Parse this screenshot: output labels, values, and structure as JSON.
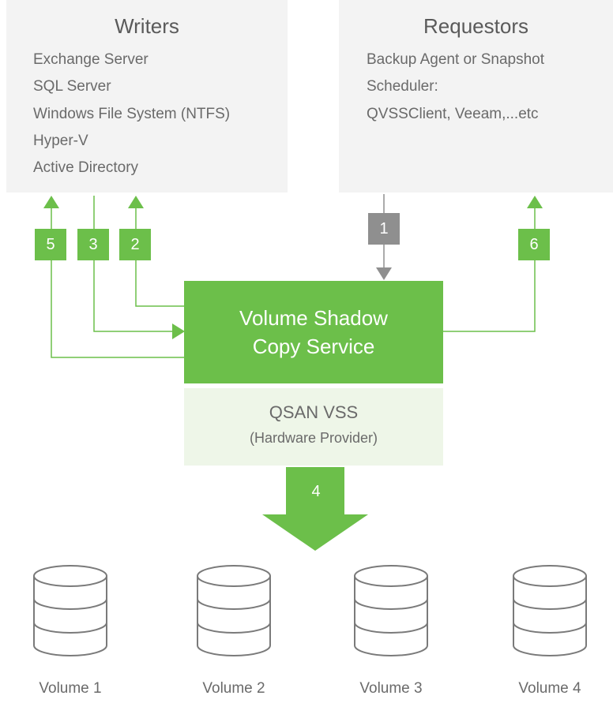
{
  "writers": {
    "title": "Writers",
    "items": [
      "Exchange Server",
      "SQL Server",
      "Windows File System (NTFS)",
      "Hyper-V",
      "Active Directory"
    ]
  },
  "requestors": {
    "title": "Requestors",
    "lines": [
      "Backup Agent or Snapshot",
      "Scheduler:",
      "QVSSClient, Veeam,...etc"
    ]
  },
  "vss": {
    "line1": "Volume Shadow",
    "line2": "Copy Service"
  },
  "provider": {
    "name": "QSAN VSS",
    "subtitle": "(Hardware Provider)"
  },
  "steps": {
    "s1": "1",
    "s2": "2",
    "s3": "3",
    "s4": "4",
    "s5": "5",
    "s6": "6"
  },
  "volumes": [
    "Volume 1",
    "Volume 2",
    "Volume 3",
    "Volume 4"
  ],
  "colors": {
    "green": "#6cbf4a",
    "light_green": "#eef6e8",
    "gray_badge": "#8f8f8f",
    "panel": "#f3f3f3"
  }
}
